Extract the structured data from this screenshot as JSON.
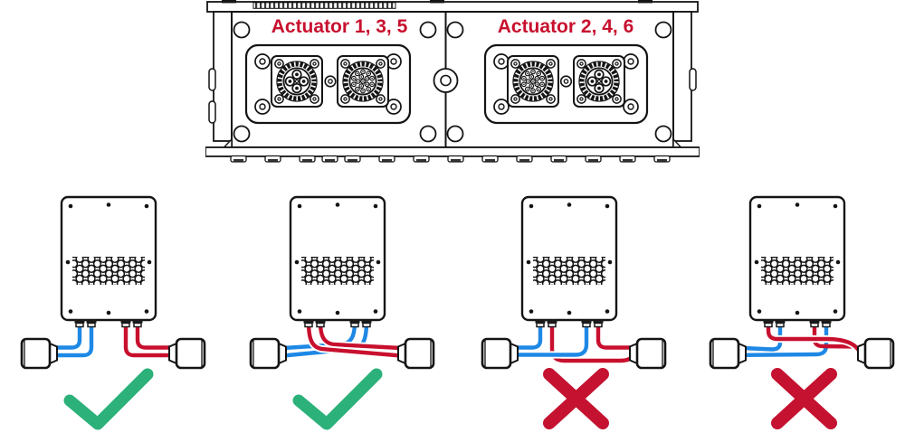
{
  "figure": {
    "description": "Actuator connector wiring diagram",
    "labels": {
      "left_panel": "Actuator 1, 3, 5",
      "right_panel": "Actuator 2, 4, 6"
    }
  },
  "colors": {
    "label_red": "#C8102E",
    "wire_blue": "#1E88E5",
    "wire_red": "#C8102E",
    "check_green": "#2BB179",
    "cross_red": "#C41230",
    "line": "#141414"
  },
  "icons": {
    "correct": "check-icon",
    "incorrect": "cross-icon"
  },
  "diagrams": [
    {
      "id": "pairs-straight",
      "ports": [
        "blue",
        "blue",
        "red",
        "red"
      ],
      "result": "correct"
    },
    {
      "id": "pairs-crossed",
      "ports": [
        "red",
        "red",
        "blue",
        "blue"
      ],
      "result": "correct"
    },
    {
      "id": "split-pairs-inner",
      "ports": [
        "blue",
        "red",
        "blue",
        "red"
      ],
      "result": "incorrect"
    },
    {
      "id": "split-pairs-outer",
      "ports": [
        "red",
        "blue",
        "red",
        "blue"
      ],
      "result": "incorrect"
    }
  ]
}
